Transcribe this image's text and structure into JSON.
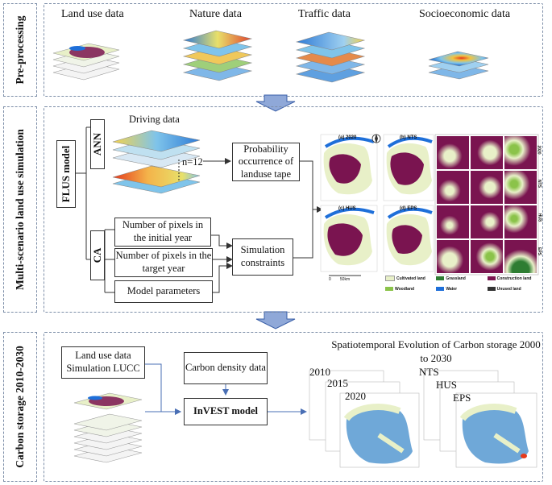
{
  "stages": {
    "preprocessing": "Pre-processing",
    "simulation": "Multi-scenario land use simulation",
    "carbon": "Carbon storage 2010-2030"
  },
  "preprocessing": {
    "land_use": "Land use data",
    "nature": "Nature data",
    "traffic": "Traffic data",
    "socioeconomic": "Socioeconomic data"
  },
  "simulation": {
    "flus_model": "FLUS model",
    "ann": "ANN",
    "ca": "CA",
    "driving_data": "Driving data",
    "n_label": "n=12",
    "probability": "Probability occurrence of landuse tape",
    "pixels_initial": "Number of pixels in the initial year",
    "pixels_target": "Number of pixels in the target year",
    "model_parameters": "Model parameters",
    "simulation_constraints": "Simulation constraints",
    "maps": {
      "m2020": "(a) 2020",
      "nts": "(b) NTS",
      "hus": "(c) HUS",
      "eps": "(d) EPS",
      "scale": "0        50km"
    },
    "zoom_labels": [
      "2020",
      "NTS",
      "HUS",
      "EPS"
    ],
    "legend": [
      {
        "label": "Cultivated land",
        "color": "#e8f0c8"
      },
      {
        "label": "Grassland",
        "color": "#2e7d32"
      },
      {
        "label": "Construction land",
        "color": "#7a1450"
      },
      {
        "label": "Woodland",
        "color": "#8bc34a"
      },
      {
        "label": "Water",
        "color": "#1e6fd9"
      },
      {
        "label": "Unused land",
        "color": "#333333"
      }
    ]
  },
  "carbon": {
    "land_use_sim": "Land use data Simulation LUCC",
    "carbon_density": "Carbon density data",
    "invest": "InVEST model",
    "title": "Spatiotemporal Evolution of  Carbon storage 2000 to 2030",
    "years": [
      "2010",
      "2015",
      "2020"
    ],
    "scenarios": [
      "NTS",
      "HUS",
      "EPS"
    ]
  },
  "colors": {
    "arrow_fill": "#8fa8d8",
    "arrow_stroke": "#3a5fa8",
    "construction": "#7a1450",
    "cultivated": "#e8f0c8",
    "water": "#1e6fd9"
  }
}
